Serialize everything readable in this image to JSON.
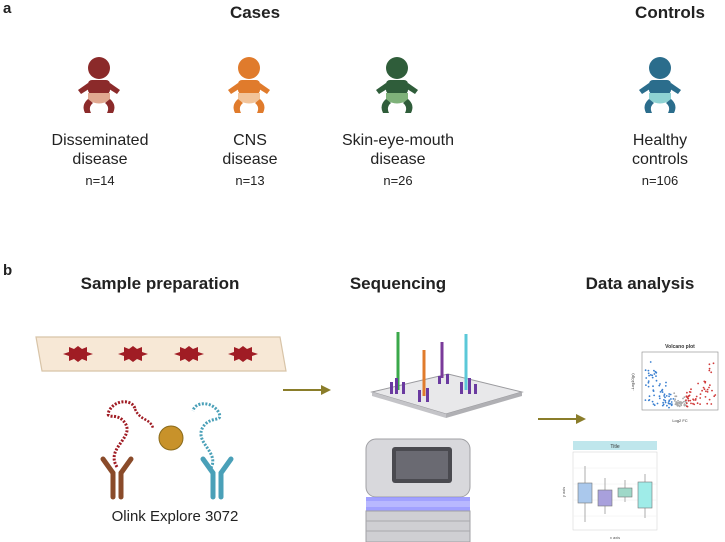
{
  "panel_a": {
    "letter": "a",
    "cases_heading": "Cases",
    "controls_heading": "Controls",
    "groups": [
      {
        "line1": "Disseminated",
        "line2": "disease",
        "n": "n=14",
        "color": "#8b2a2a",
        "icon": "baby-icon"
      },
      {
        "line1": "CNS",
        "line2": "disease",
        "n": "n=13",
        "color": "#e07b2c",
        "icon": "baby-icon"
      },
      {
        "line1": "Skin-eye-mouth",
        "line2": "disease",
        "n": "n=26",
        "color": "#2f5d3a",
        "icon": "baby-icon"
      },
      {
        "line1": "Healthy",
        "line2": "controls",
        "n": "n=106",
        "color": "#2b6d8c",
        "icon": "baby-icon"
      }
    ]
  },
  "panel_b": {
    "letter": "b",
    "steps": [
      {
        "title": "Sample preparation"
      },
      {
        "title": "Sequencing"
      },
      {
        "title": "Data analysis"
      }
    ],
    "olink_label": "Olink Explore 3072",
    "volcano": {
      "title": "Volcano plot",
      "xlabel": "Log2 FC",
      "ylabel": "-Log10(p)"
    },
    "boxplot": {
      "title": "Title",
      "xlabel": "x axis",
      "ylabel": "y axis"
    },
    "colors": {
      "arrow": "#8a7d2a",
      "sample_band": "#f7e8d6",
      "spot": "#a01c24",
      "bead": "#c8922a",
      "antibody_left": "#8a4b2a",
      "antibody_right": "#4aa0b8"
    }
  }
}
